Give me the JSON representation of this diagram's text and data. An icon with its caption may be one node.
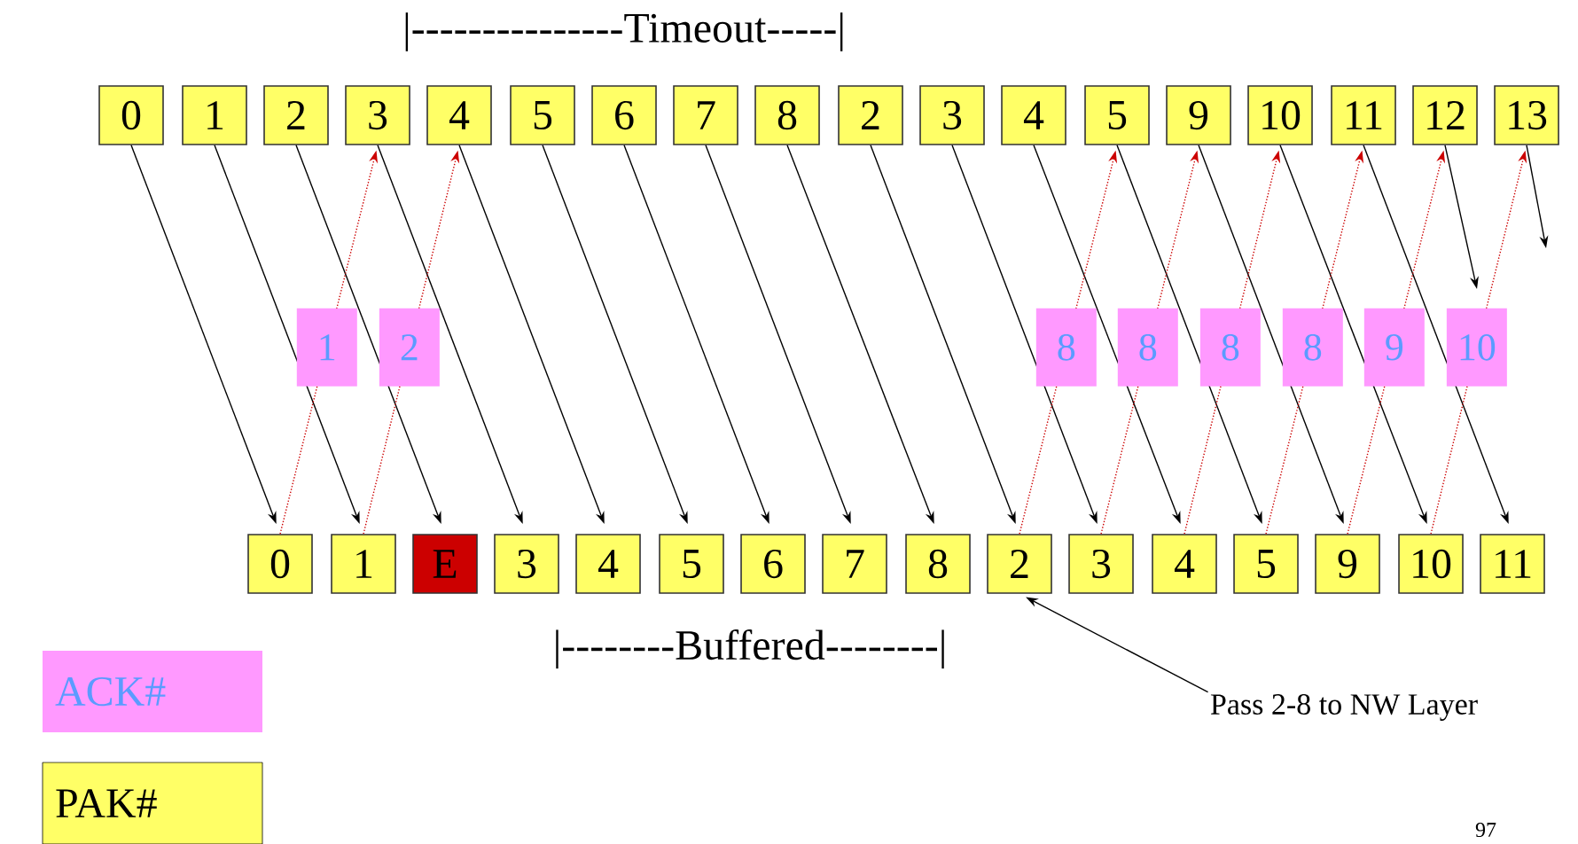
{
  "diagram": {
    "nodes": [
      {
        "text": [
          "0"
        ]
      },
      {
        "text": [
          "1"
        ]
      },
      {
        "text": [
          "2"
        ]
      },
      {
        "text": [
          "3"
        ]
      },
      {
        "text": [
          "4"
        ]
      },
      {
        "text": [
          "5"
        ]
      },
      {
        "text": [
          "6"
        ]
      },
      {
        "text": [
          "7"
        ]
      },
      {
        "text": [
          "8"
        ]
      },
      {
        "text": [
          "2"
        ]
      },
      {
        "text": [
          "3"
        ]
      },
      {
        "text": [
          "4"
        ]
      },
      {
        "text": [
          "5"
        ]
      },
      {
        "text": [
          "9"
        ]
      },
      {
        "text": [
          "10"
        ]
      },
      {
        "text": [
          "11"
        ]
      },
      {
        "text": [
          "12"
        ]
      },
      {
        "text": [
          "13"
        ]
      },
      {
        "text": [
          "0"
        ]
      },
      {
        "text": [
          "1"
        ]
      },
      {
        "text": [
          "E"
        ]
      },
      {
        "text": [
          "3"
        ]
      },
      {
        "text": [
          "4"
        ]
      },
      {
        "text": [
          "5"
        ]
      },
      {
        "text": [
          "6"
        ]
      },
      {
        "text": [
          "7"
        ]
      },
      {
        "text": [
          "8"
        ]
      },
      {
        "text": [
          "2"
        ]
      },
      {
        "text": [
          "3"
        ]
      },
      {
        "text": [
          "4"
        ]
      },
      {
        "text": [
          "5"
        ]
      },
      {
        "text": [
          "9"
        ]
      },
      {
        "text": [
          "10"
        ]
      },
      {
        "text": [
          "11"
        ]
      },
      {
        "text": [
          "Pass 2-8 to NW Layer"
        ]
      }
    ],
    "edges": [
      {
        "from": 0,
        "to": 18,
        "arrow": "to"
      },
      {
        "from": 1,
        "to": 19,
        "arrow": "to"
      },
      {
        "from": 2,
        "to": 20,
        "arrow": "to"
      },
      {
        "from": 3,
        "to": 21,
        "arrow": "to"
      },
      {
        "from": 4,
        "to": 22,
        "arrow": "to"
      },
      {
        "from": 5,
        "to": 23,
        "arrow": "to"
      },
      {
        "from": 6,
        "to": 24,
        "arrow": "to"
      },
      {
        "from": 7,
        "to": 25,
        "arrow": "to"
      },
      {
        "from": 8,
        "to": 26,
        "arrow": "to"
      },
      {
        "from": 9,
        "to": 27,
        "arrow": "to"
      },
      {
        "from": 10,
        "to": 28,
        "arrow": "to"
      },
      {
        "from": 11,
        "to": 29,
        "arrow": "to"
      },
      {
        "from": 12,
        "to": 30,
        "arrow": "to"
      },
      {
        "from": 13,
        "to": 31,
        "arrow": "to"
      },
      {
        "from": 14,
        "to": 32,
        "arrow": "to"
      },
      {
        "from": 15,
        "to": 33,
        "arrow": "to"
      },
      {
        "from": 16,
        "to": null,
        "arrow": "to"
      },
      {
        "from": 17,
        "to": null,
        "arrow": "to"
      },
      {
        "from": 18,
        "to": 3,
        "arrow": "to",
        "label": "1",
        "style": "dashed",
        "color": "#cc0000"
      },
      {
        "from": 19,
        "to": 4,
        "arrow": "to",
        "label": "2",
        "style": "dashed",
        "color": "#cc0000"
      },
      {
        "from": 27,
        "to": 12,
        "arrow": "to",
        "label": "8",
        "style": "dashed",
        "color": "#cc0000"
      },
      {
        "from": 28,
        "to": 13,
        "arrow": "to",
        "label": "8",
        "style": "dashed",
        "color": "#cc0000"
      },
      {
        "from": 29,
        "to": 14,
        "arrow": "to",
        "label": "8",
        "style": "dashed",
        "color": "#cc0000"
      },
      {
        "from": 30,
        "to": 15,
        "arrow": "to",
        "label": "8",
        "style": "dashed",
        "color": "#cc0000"
      },
      {
        "from": 31,
        "to": 16,
        "arrow": "to",
        "label": "9",
        "style": "dashed",
        "color": "#cc0000"
      },
      {
        "from": 32,
        "to": 17,
        "arrow": "to",
        "label": "10",
        "style": "dashed",
        "color": "#cc0000"
      },
      {
        "from": 34,
        "to": 27,
        "arrow": "to"
      }
    ],
    "labels": [
      "|---------------Timeout-----|",
      "|--------Buffered--------|",
      "97"
    ],
    "legend": [
      {
        "text": "ACK#",
        "color": "#ff99ff"
      },
      {
        "text": "PAK#",
        "color": "#ffff66"
      }
    ]
  }
}
